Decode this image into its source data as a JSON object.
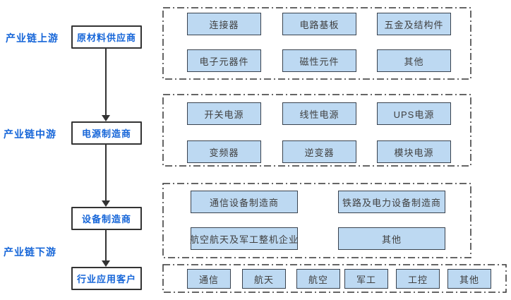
{
  "diagram": {
    "stages": [
      "产业链上游",
      "产业链中游",
      "产业链下游"
    ],
    "flow": [
      "原材料供应商",
      "电源制造商",
      "设备制造商",
      "行业应用客户"
    ],
    "groups": {
      "upstream": [
        "连接器",
        "电路基板",
        "五金及结构件",
        "电子元器件",
        "磁性元件",
        "其他"
      ],
      "midstream": [
        "开关电源",
        "线性电源",
        "UPS电源",
        "变频器",
        "逆变器",
        "模块电源"
      ],
      "equipment": [
        "通信设备制造商",
        "铁路及电力设备制造商",
        "航空航天及军工整机企业",
        "其他"
      ],
      "downstream": [
        "通信",
        "航天",
        "航空",
        "军工",
        "工控",
        "其他"
      ]
    },
    "colors": {
      "accent_text": "#1565d8",
      "item_fill": "#bdd9f2",
      "item_border": "#39424e",
      "item_text": "#404040",
      "line": "#333333"
    }
  }
}
